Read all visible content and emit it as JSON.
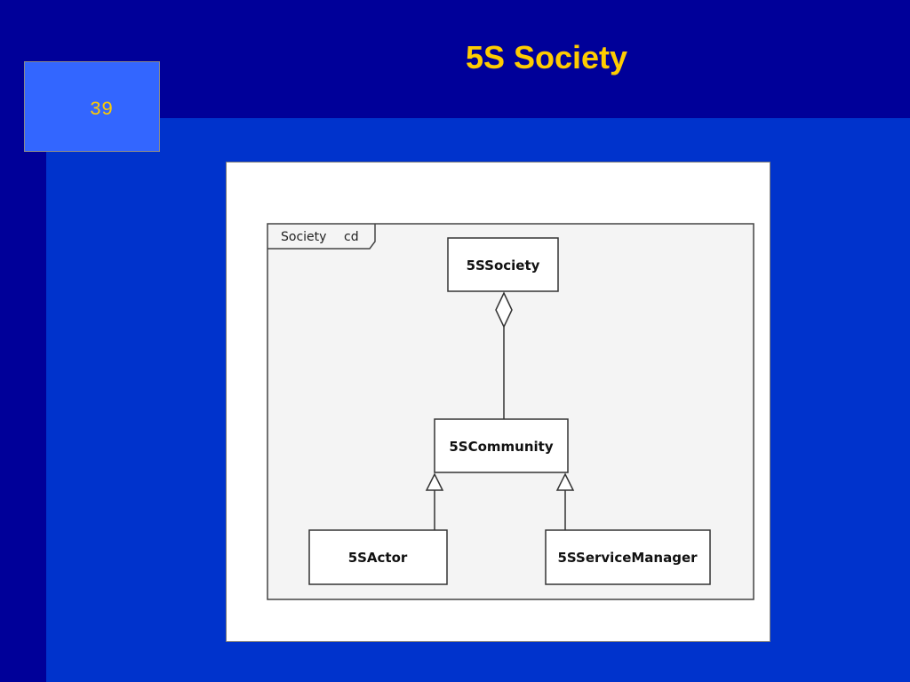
{
  "slide": {
    "title": "5S Society",
    "page_number": "39"
  },
  "diagram": {
    "frame": {
      "name": "Society",
      "kind": "cd"
    },
    "classes": {
      "society": "5SSociety",
      "community": "5SCommunity",
      "actor": "5SActor",
      "service_manager": "5SServiceManager"
    },
    "relations": [
      {
        "from": "5SCommunity",
        "to": "5SSociety",
        "type": "aggregation"
      },
      {
        "from": "5SActor",
        "to": "5SCommunity",
        "type": "generalization"
      },
      {
        "from": "5SServiceManager",
        "to": "5SCommunity",
        "type": "generalization"
      }
    ]
  },
  "colors": {
    "background": "#0033cc",
    "band": "#000099",
    "page_box": "#3366ff",
    "title": "#ffcc00"
  }
}
